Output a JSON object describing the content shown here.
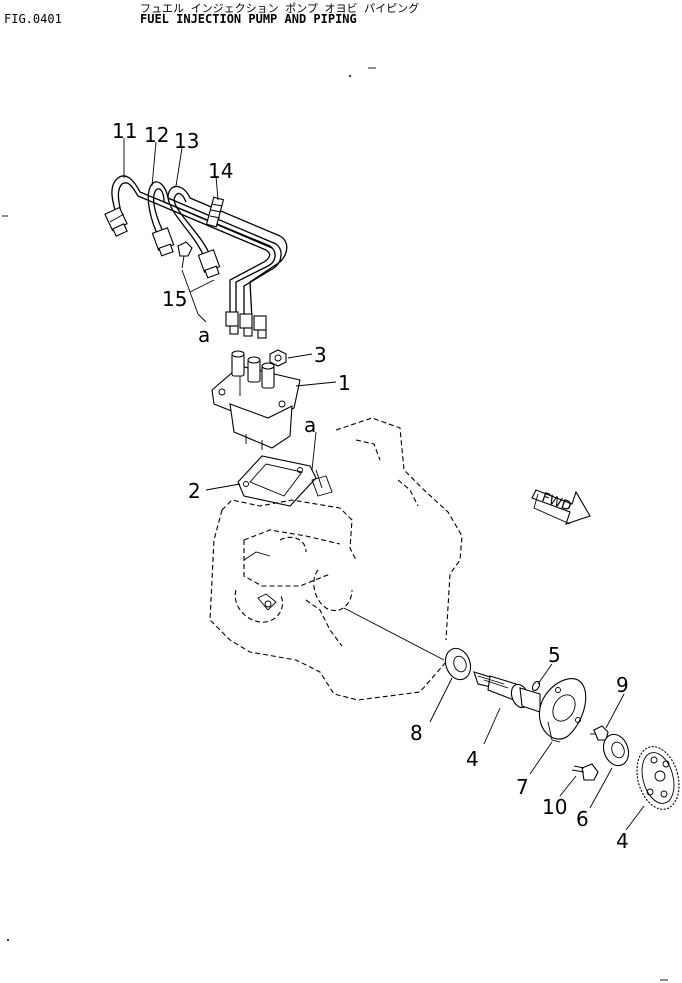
{
  "header": {
    "fig_number": "FIG.0401",
    "title_kana": "フュエル インジェクション ポンプ オヨビ パイピング",
    "title": "FUEL INJECTION PUMP AND PIPING"
  },
  "callouts": [
    {
      "id": "c11",
      "label": "11"
    },
    {
      "id": "c12",
      "label": "12"
    },
    {
      "id": "c13",
      "label": "13"
    },
    {
      "id": "c14",
      "label": "14"
    },
    {
      "id": "c15",
      "label": "15"
    },
    {
      "id": "ca1",
      "label": "a"
    },
    {
      "id": "c3",
      "label": "3"
    },
    {
      "id": "c1",
      "label": "1"
    },
    {
      "id": "ca2",
      "label": "a"
    },
    {
      "id": "c2",
      "label": "2"
    },
    {
      "id": "c5",
      "label": "5"
    },
    {
      "id": "c9",
      "label": "9"
    },
    {
      "id": "c8",
      "label": "8"
    },
    {
      "id": "c4a",
      "label": "4"
    },
    {
      "id": "c7",
      "label": "7"
    },
    {
      "id": "c10",
      "label": "10"
    },
    {
      "id": "c6",
      "label": "6"
    },
    {
      "id": "c4b",
      "label": "4"
    }
  ],
  "fwd_label": "FWD"
}
